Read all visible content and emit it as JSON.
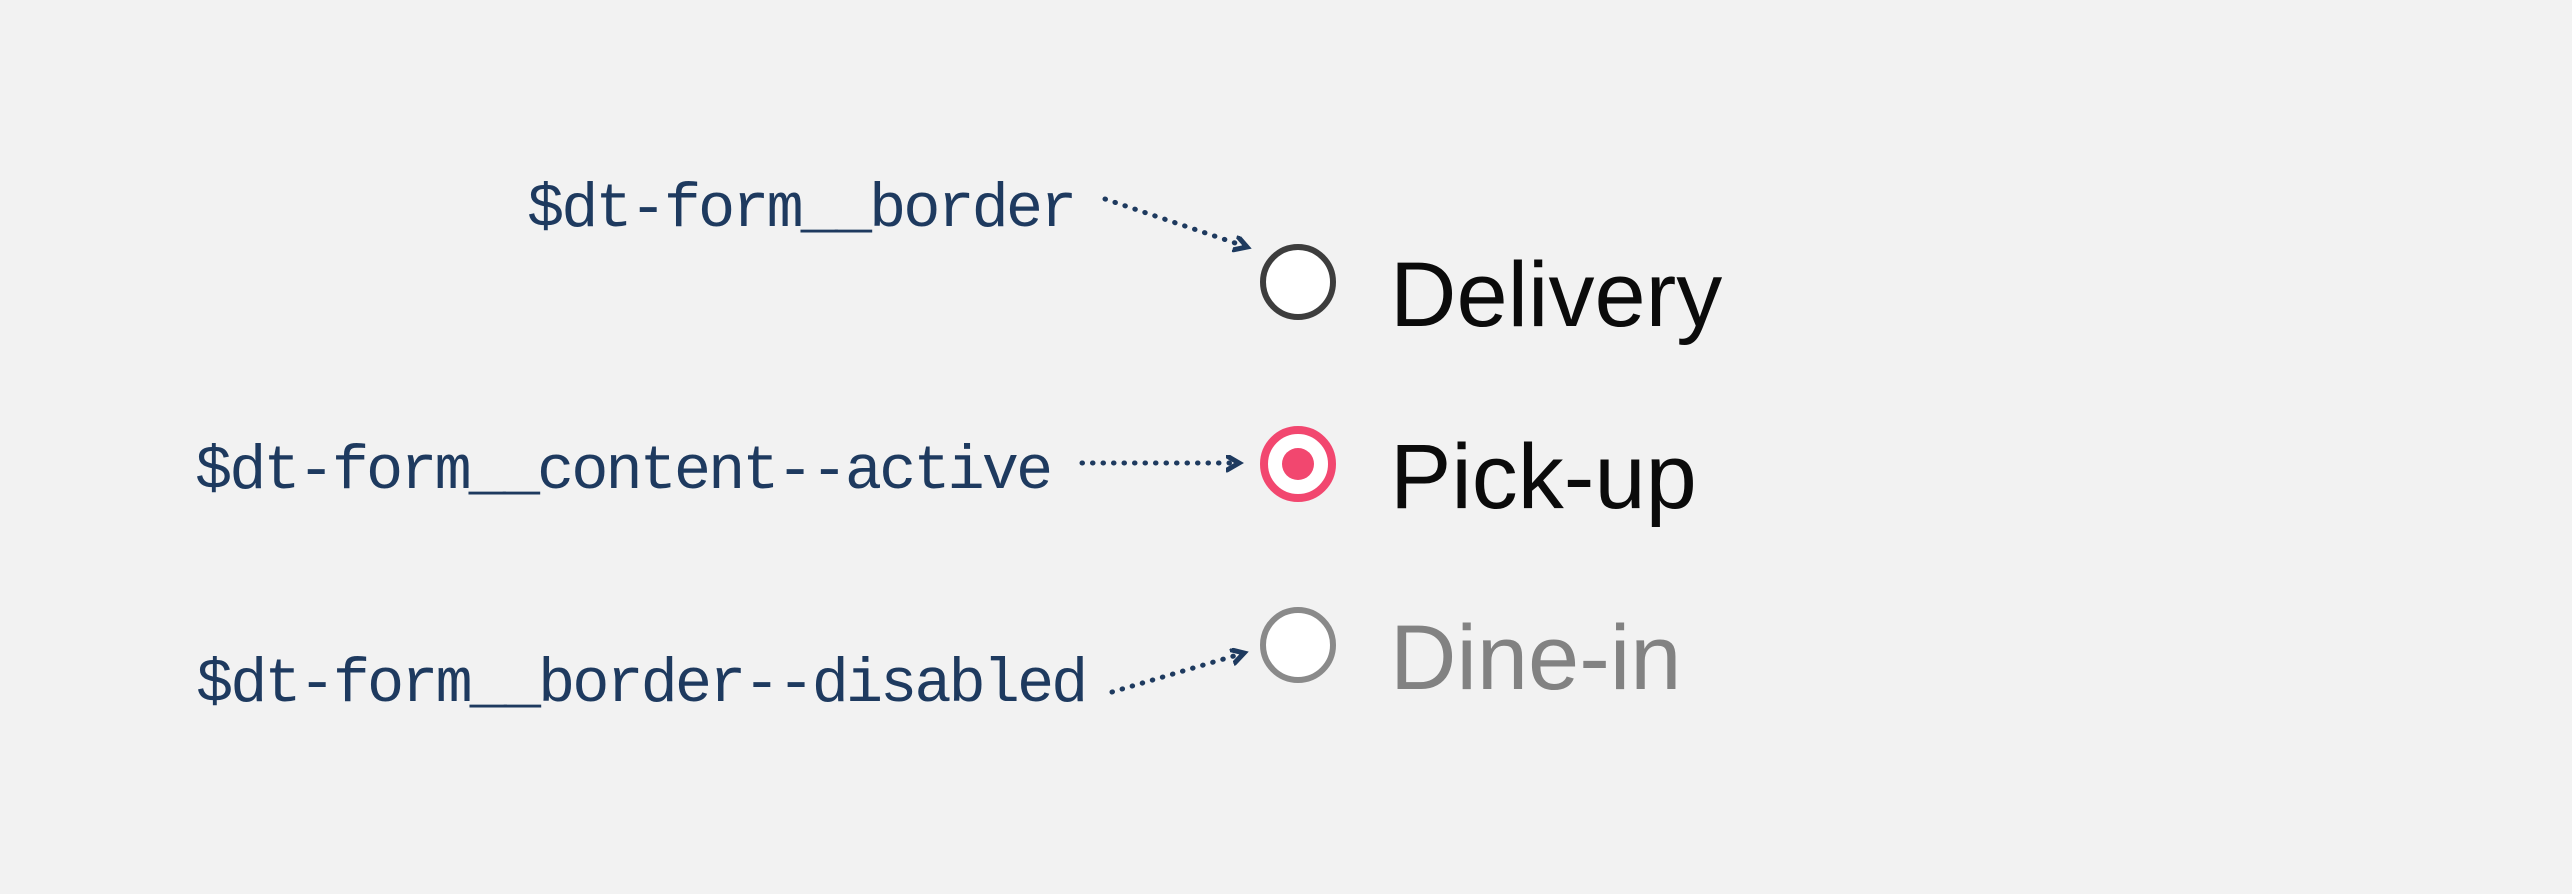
{
  "diagram": {
    "description": "Radio button design-token annotation spec",
    "background": "#f2f2f2"
  },
  "tokens": [
    {
      "label": "$dt-form__border"
    },
    {
      "label": "$dt-form__content--active"
    },
    {
      "label": "$dt-form__border--disabled"
    }
  ],
  "options": [
    {
      "label": "Delivery",
      "state": "default",
      "selected": false
    },
    {
      "label": "Pick-up",
      "state": "active",
      "selected": true
    },
    {
      "label": "Dine-in",
      "state": "disabled",
      "selected": false
    }
  ],
  "colors": {
    "annotation_navy": "#1e3a5f",
    "active_pink": "#f2476f",
    "radio_border": "#3d3d3d",
    "radio_border_disabled": "#8a8a8a",
    "label_text": "#0b0b0b",
    "label_text_disabled": "#828282",
    "radio_fill": "#ffffff",
    "background": "#f2f2f2"
  }
}
